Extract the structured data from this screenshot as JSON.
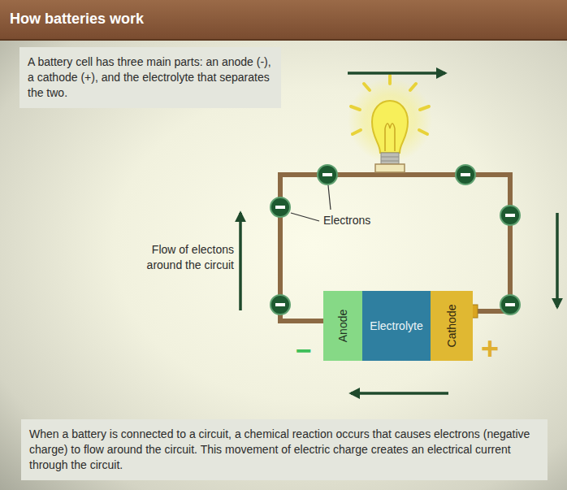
{
  "diagram": {
    "title": "How batteries work",
    "nodes": [
      {
        "text": [
          "A battery cell has three main parts: an anode (-), a cathode (+), and the electrolyte that separates the two."
        ]
      },
      {
        "text": [
          "Anode"
        ]
      },
      {
        "text": [
          "Electrolyte"
        ]
      },
      {
        "text": [
          "Cathode"
        ]
      },
      {
        "text": [
          "When a battery is connected to a circuit, a chemical reaction occurs that causes electrons (negative charge) to flow around the circuit. This movement of electric charge creates an electrical current through the circuit."
        ]
      }
    ],
    "edges": [
      {
        "from": 1,
        "to": 3,
        "arrow": "none"
      }
    ],
    "labels": [
      "Electrons",
      "Flow of electons around the circuit",
      "−",
      "+"
    ]
  }
}
